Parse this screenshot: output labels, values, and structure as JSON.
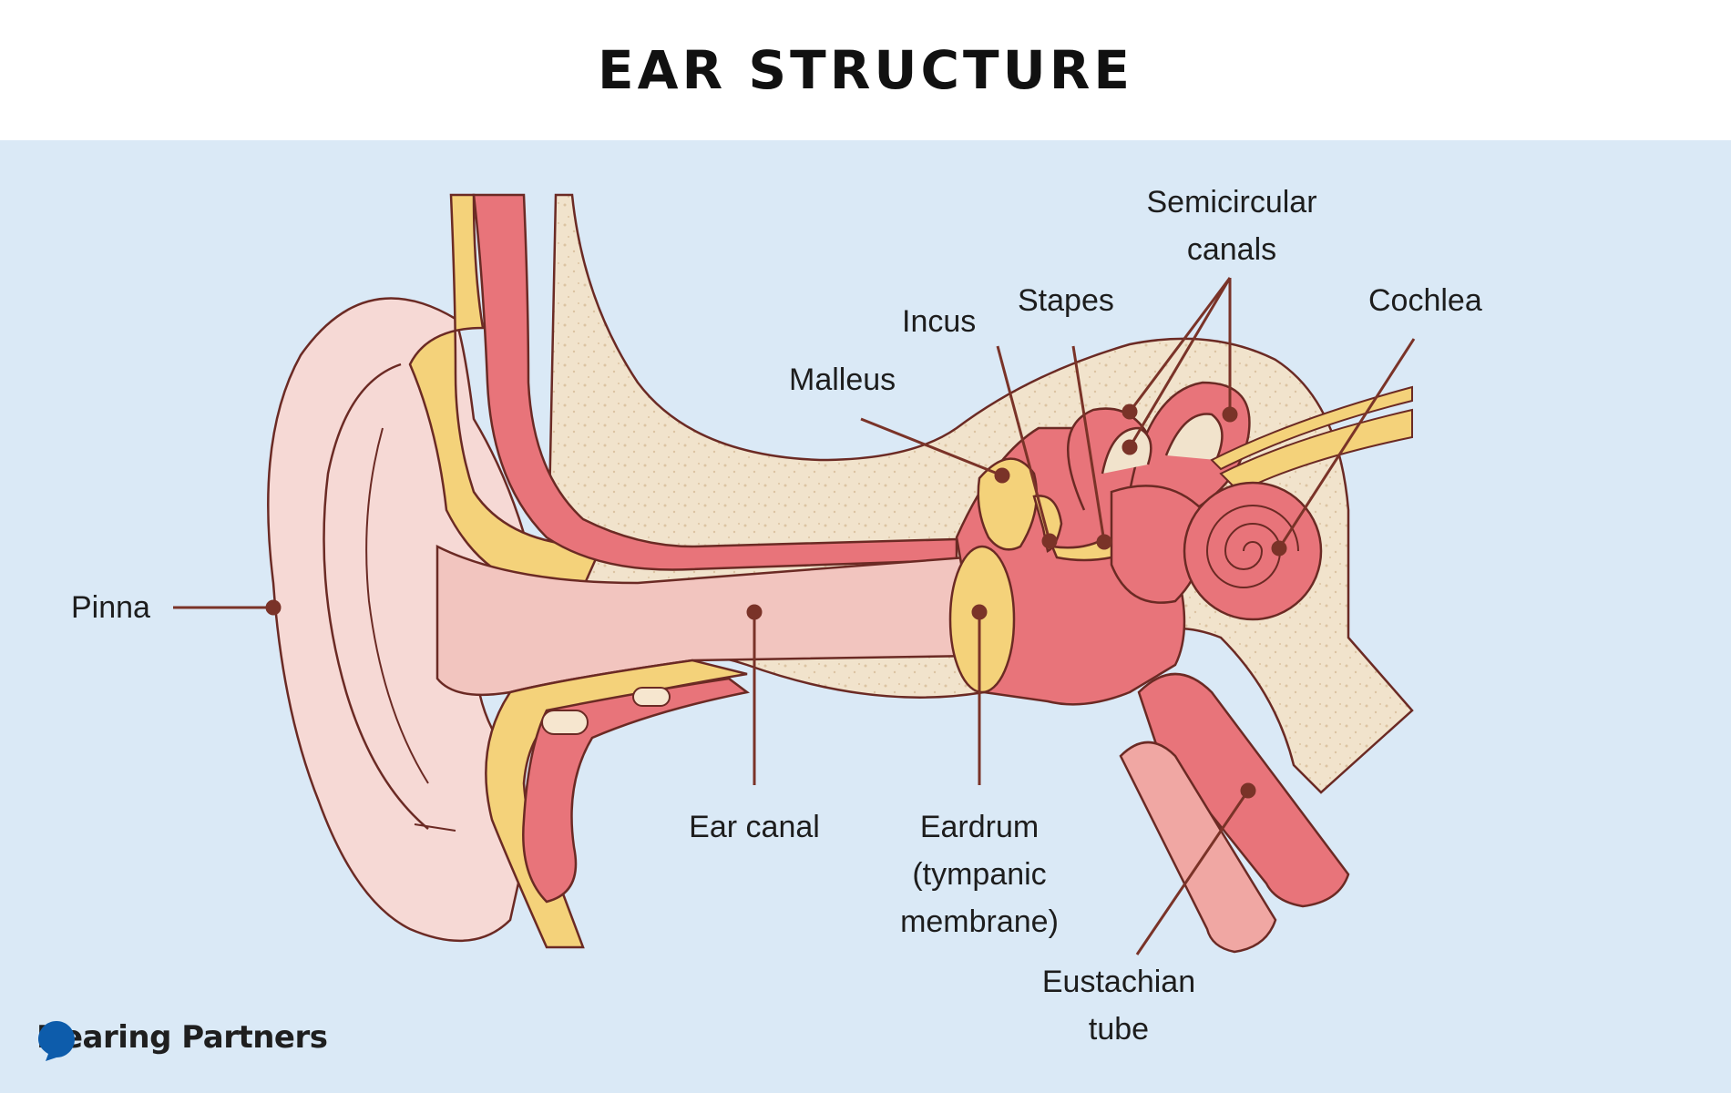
{
  "title": "EAR STRUCTURE",
  "labels": {
    "pinna": "Pinna",
    "ear_canal": "Ear canal",
    "eardrum": [
      "Eardrum",
      "(tympanic",
      "membrane)"
    ],
    "malleus": "Malleus",
    "incus": "Incus",
    "stapes": "Stapes",
    "semicircular_canals": [
      "Semicircular",
      "canals"
    ],
    "cochlea": "Cochlea",
    "eustachian_tube": [
      "Eustachian",
      "tube"
    ]
  },
  "brand": {
    "name": "Hearing Partners",
    "logo_icon": "speech-bubble-icon",
    "logo_color": "#0d5cab"
  },
  "colors": {
    "background_panel": "#dae9f6",
    "skin": "#f6d9d5",
    "bone": "#f1e3cc",
    "cartilage": "#f4d27a",
    "muscle": "#e8747a",
    "outline": "#6b2a24",
    "leader_line": "#7a3328"
  }
}
